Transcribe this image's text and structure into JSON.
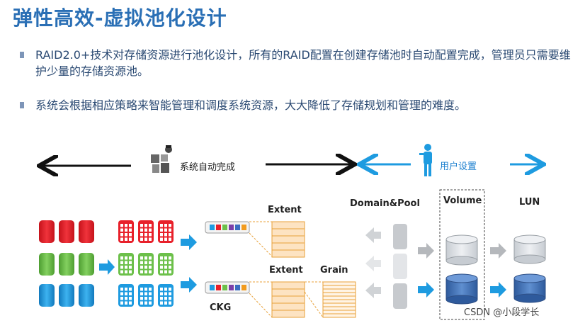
{
  "title": "弹性高效-虚拟池化设计",
  "bullets": [
    "RAID2.0+技术对存储资源进行池化设计，所有的RAID配置在创建存储池时自动配置完成，管理员只需要维护少量的存储资源池。",
    "系统会根据相应策略来智能管理和调度系统资源，大大降低了存储规划和管理的难度。"
  ],
  "diagram": {
    "system_auto_label": "系统自动完成",
    "user_setting_label": "用户设置",
    "extent_label_top": "Extent",
    "extent_label_bottom": "Extent",
    "grain_label": "Grain",
    "domain_pool_label": "Domain&Pool",
    "volume_label": "Volume",
    "lun_label": "LUN",
    "ckg_label": "CKG",
    "disk_colors": {
      "red": "#e8202a",
      "green": "#6cc04a",
      "blue": "#1e9be0"
    },
    "arrow_blue": "#1e9be0",
    "volume_color_gray": "#d9dde2",
    "volume_color_blue": "#3f6fb3"
  },
  "watermark": "CSDN @小段学长"
}
